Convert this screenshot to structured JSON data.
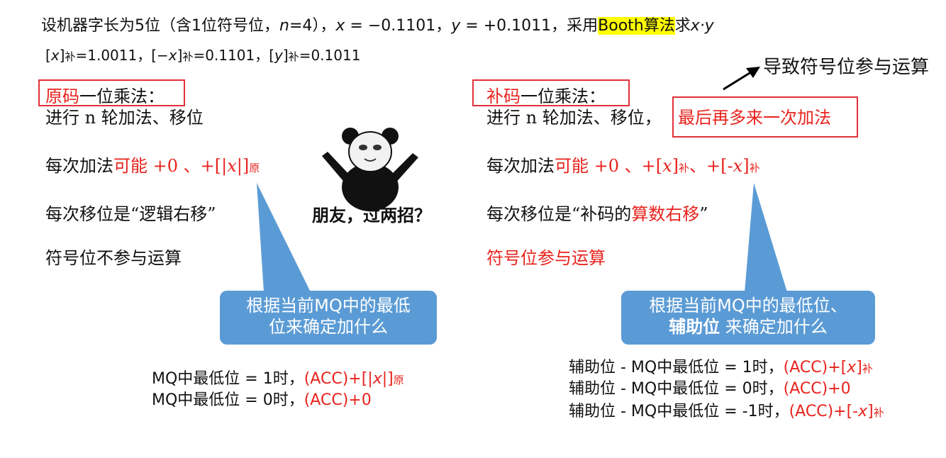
{
  "header": {
    "line1_prefix": "设机器字长为5位（含1位符号位，",
    "line1_n": "n",
    "line1_n_val": "=4），",
    "line1_x": "x",
    "line1_x_val": " = −0.1101，",
    "line1_y": "y",
    "line1_y_val": " = +0.1011，采用",
    "line1_booth": "Booth算法",
    "line1_qiu": "求",
    "line1_xy": "x·y",
    "line2_a": "[",
    "line2_x": "x",
    "line2_b": "]",
    "line2_sub": "补",
    "line2_c": "=1.0011，[−",
    "line2_x2": "x",
    "line2_d": "]",
    "line2_sub2": "补",
    "line2_e": "=0.1101，[",
    "line2_y": "y",
    "line2_f": "]",
    "line2_sub3": "补",
    "line2_g": "=0.1011"
  },
  "annotation_top_right": "导致符号位参与运算",
  "left": {
    "title_red": "原码",
    "title_rest": "一位乘法：",
    "l1": "进行 n 轮加法、移位",
    "l2_black": "每次加法",
    "l2_red": "可能 +0 、+[|",
    "l2_x": "x",
    "l2_red2": "|]",
    "l2_sub": "原",
    "l3": "每次移位是“逻辑右移”",
    "l4": "符号位不参与运算",
    "bubble_l1": "根据当前MQ中的最低",
    "bubble_l2": "位来确定加什么",
    "r1_black": "MQ中最低位 = 1时，",
    "r1_red": "(ACC)+[|",
    "r1_x": "x",
    "r1_red2": "|]",
    "r1_sub": "原",
    "r2_black": "MQ中最低位 = 0时，",
    "r2_red": "(ACC)+0"
  },
  "meme": {
    "caption": "朋友，过两招？"
  },
  "right": {
    "title_red": "补码",
    "title_rest": "一位乘法：",
    "l1": "进行 n 轮加法、移位，",
    "l1_box": "最后再多来一次加法",
    "l2_black": "每次加法",
    "l2_red": "可能 +0 、+[",
    "l2_x": "x",
    "l2_red2": "]",
    "l2_sub": "补",
    "l2_red3": "、+[-",
    "l2_x2": "x",
    "l2_red4": "]",
    "l2_sub2": "补",
    "l3_black": "每次移位是“补码的",
    "l3_red": "算数右移",
    "l3_end": "”",
    "l4": "符号位参与运算",
    "bubble_l1": "根据当前MQ中的最低位、",
    "bubble_l2_bold": "辅助位",
    "bubble_l2_rest": " 来确定加什么",
    "r1_black": "辅助位 - MQ中最低位 = 1时，",
    "r1_red": "(ACC)+[",
    "r1_x": "x",
    "r1_red2": "]",
    "r1_sub": "补",
    "r2_black": "辅助位 - MQ中最低位 = 0时，",
    "r2_red": "(ACC)+0",
    "r3_black": "辅助位 - MQ中最低位 = -1时，",
    "r3_red": "(ACC)+[-",
    "r3_x": "x",
    "r3_red2": "]",
    "r3_sub": "补"
  },
  "colors": {
    "red": "#e8231d",
    "bubble": "#5b9bd5",
    "highlight": "#ffff00",
    "box": "#e0303a"
  }
}
